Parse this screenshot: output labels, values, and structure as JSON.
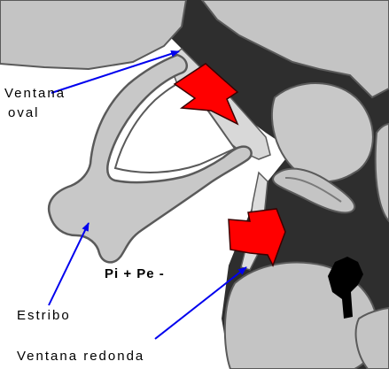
{
  "labels": {
    "ventana_oval_line1": "Ventana",
    "ventana_oval_line2": "oval",
    "estribo": "Estribo",
    "ventana_redonda": "Ventana redonda",
    "pressure": "Pi + Pe -"
  },
  "colors": {
    "background": "#ffffff",
    "cavity": "#2e2e2e",
    "bone": "#c4c4c4",
    "bone_light": "#dadada",
    "bone_outline": "#5a5a5a",
    "pointer": "#0000ee",
    "force_arrow": "#ff0000"
  },
  "icons": {
    "force_arrow_oval": "red-arrow-icon",
    "force_arrow_round": "red-arrow-icon"
  }
}
